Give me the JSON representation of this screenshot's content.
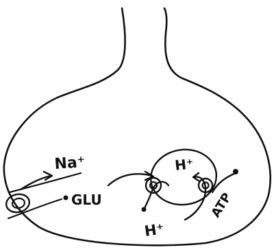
{
  "diagram": {
    "labels": {
      "sodium": "Na⁺",
      "glutamate": "GLU",
      "proton_vesicle": "H⁺",
      "proton_outside": "H⁺",
      "atp": "ATP"
    },
    "colors": {
      "ink": "#111111",
      "background": "#ffffff"
    },
    "icons": [
      "cotransporter-icon",
      "antiporter-icon",
      "proton-pump-icon"
    ]
  }
}
